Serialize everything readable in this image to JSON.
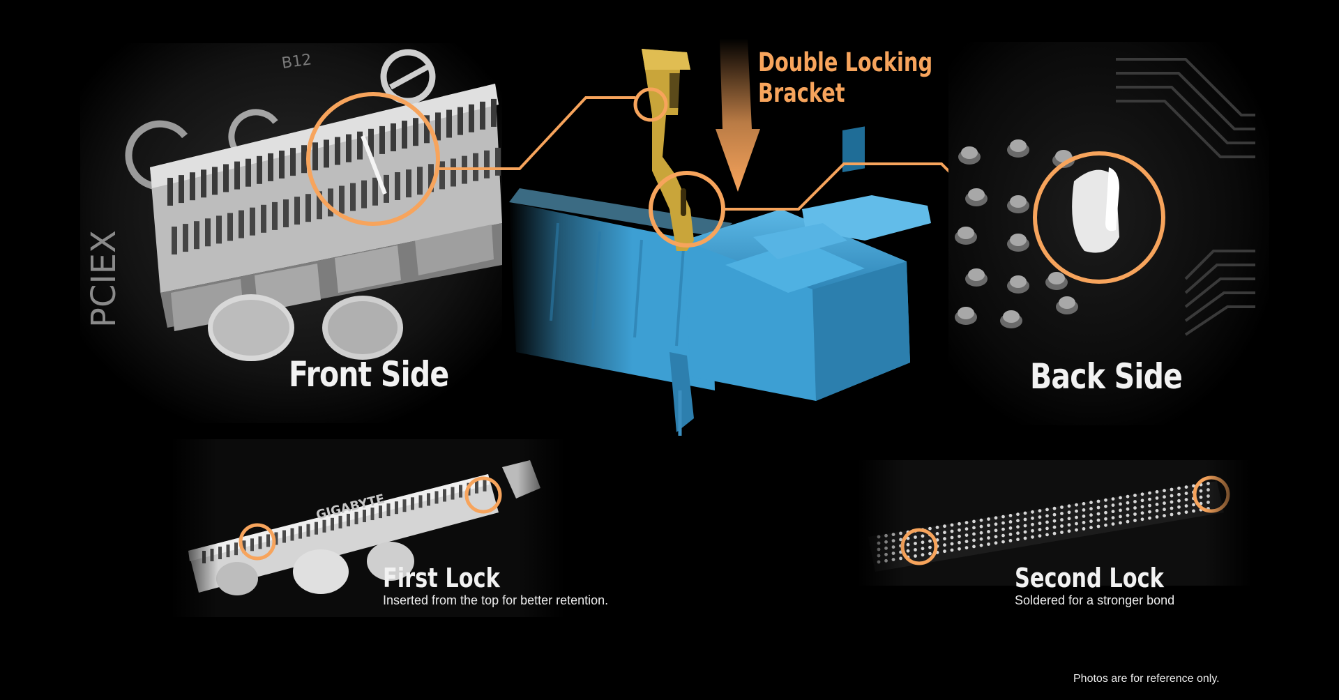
{
  "title": {
    "line1": "Double Locking",
    "line2": "Bracket"
  },
  "front": {
    "label": "Front Side"
  },
  "back": {
    "label": "Back Side"
  },
  "first_lock": {
    "title": "First Lock",
    "caption": "Inserted from the top for better retention."
  },
  "second_lock": {
    "title": "Second Lock",
    "caption": "Soldered for a stronger bond"
  },
  "board_marks": {
    "brand": "GIGABYTE",
    "slot": "PCIEX",
    "silk_b12": "B12"
  },
  "footnote": "Photos are for reference only.",
  "colors": {
    "accent": "#f7a45c",
    "bracket": "#c9a53a",
    "slot_blue": "#3d9fd3",
    "background": "#000000"
  }
}
